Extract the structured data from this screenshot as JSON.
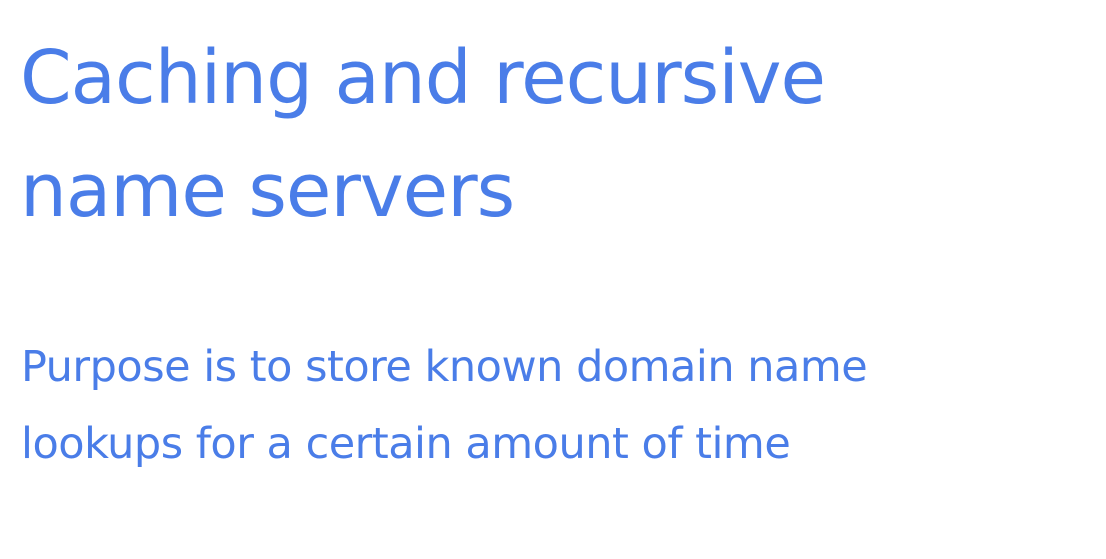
{
  "slide": {
    "title_lines": [
      "Caching and recursive",
      "name servers"
    ],
    "body_lines": [
      "Purpose is to store known domain name",
      "lookups for a certain amount of time"
    ]
  },
  "colors": {
    "text": "#4a7de8",
    "background": "#ffffff"
  }
}
